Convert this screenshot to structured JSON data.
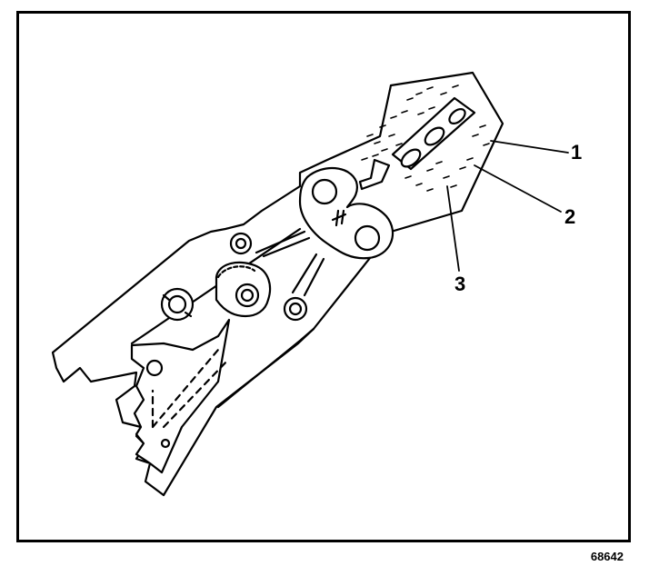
{
  "figure": {
    "number": "68642",
    "callouts": [
      {
        "id": "1",
        "label": "1"
      },
      {
        "id": "2",
        "label": "2"
      },
      {
        "id": "3",
        "label": "3"
      }
    ]
  },
  "colors": {
    "ink": "#000000",
    "paper": "#ffffff"
  }
}
